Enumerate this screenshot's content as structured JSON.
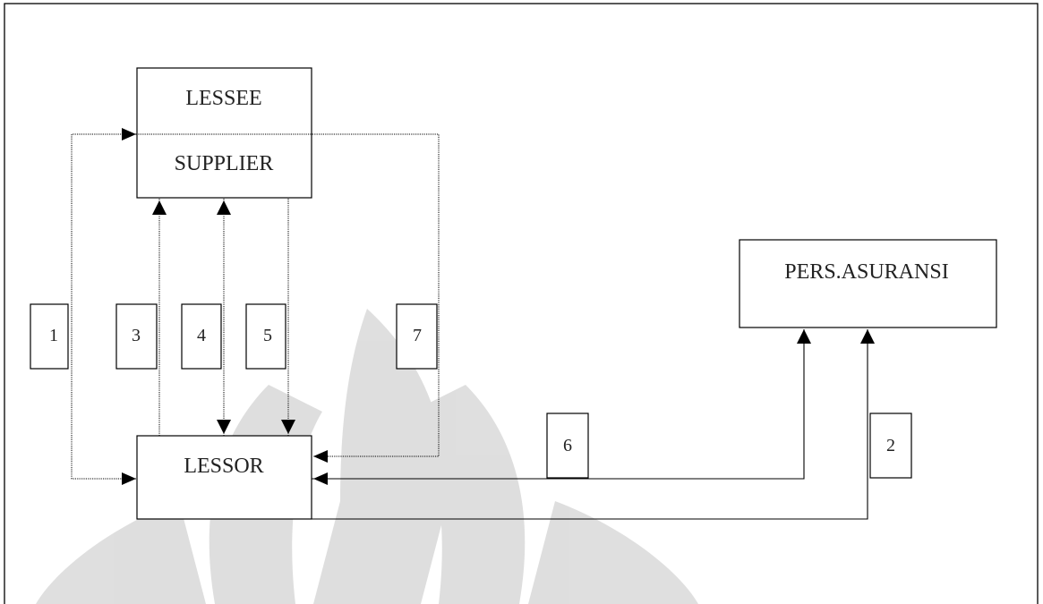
{
  "diagram": {
    "nodes": {
      "lessee": "LESSEE",
      "supplier": "SUPPLIER",
      "lessor": "LESSOR",
      "insurance": "PERS.ASURANSI"
    },
    "steps": [
      "1",
      "2",
      "3",
      "4",
      "5",
      "6",
      "7"
    ]
  }
}
